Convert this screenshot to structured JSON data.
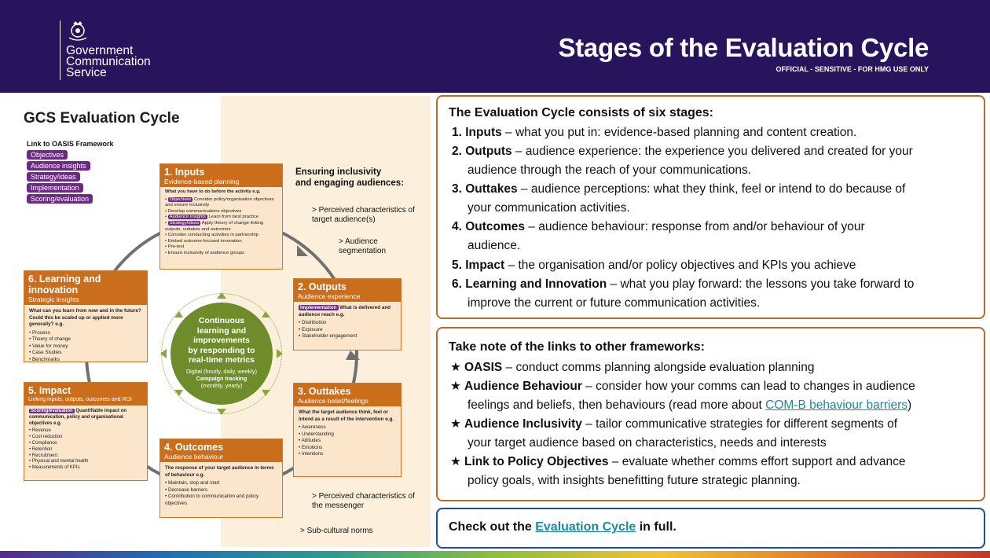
{
  "header": {
    "brand_lines": [
      "Government",
      "Communication",
      "Service"
    ],
    "title": "Stages of the Evaluation Cycle",
    "classification": "OFFICIAL - SENSITIVE - FOR HMG USE ONLY"
  },
  "diagram": {
    "title": "GCS Evaluation Cycle",
    "oasis_heading": "Link to OASIS Framework",
    "oasis_tags": [
      "Objectives",
      "Audience insights",
      "Strategy/ideas",
      "Implementation",
      "Scoring/evaluation"
    ],
    "hub": {
      "title_lines": [
        "Continuous",
        "learning and",
        "improvements",
        "by responding to",
        "real-time metrics"
      ],
      "digital": "Digital (hourly, daily, weekly)",
      "campaign": "Campaign tracking",
      "campaign_sub": "(monthly, yearly)"
    },
    "inclusivity": {
      "heading_lines": [
        "Ensuring inclusivity",
        "and engaging audiences:"
      ],
      "notes": [
        "> Perceived characteristics of target audience(s)",
        "> Audience segmentation",
        "> Perceived characteristics of the messenger",
        "> Sub-cultural norms"
      ]
    },
    "stages": [
      {
        "name": "1. Inputs",
        "sub": "Evidence-based planning",
        "question": "What you have to do before the activity e.g.",
        "bullets": [
          {
            "tag": "Objectives",
            "text": "Consider policy/organisation objectives and ensure inclusivity"
          },
          {
            "tag": "",
            "text": "Develop communications objectives"
          },
          {
            "tag": "Audience insights",
            "text": "Learn from best practice"
          },
          {
            "tag": "Strategy/ideas",
            "text": "Apply theory of change linking outputs, outtakes and outcomes"
          },
          {
            "tag": "",
            "text": "Consider conducting activities in partnership"
          },
          {
            "tag": "",
            "text": "Embed outcome-focused innovation"
          },
          {
            "tag": "",
            "text": "Pre-test"
          },
          {
            "tag": "",
            "text": "Ensure inclusivity of audience groups"
          }
        ]
      },
      {
        "name": "2. Outputs",
        "sub": "Audience experience",
        "question_tag": "Implementation",
        "question": "What is delivered and audience reach e.g.",
        "bullets": [
          "Distribution",
          "Exposure",
          "Stakeholder engagement"
        ]
      },
      {
        "name": "3. Outtakes",
        "sub": "Audience belief/feelings",
        "question": "What the target audience think, feel or intend as a result of the intervention e.g.",
        "bullets": [
          "Awareness",
          "Understanding",
          "Attitudes",
          "Emotions",
          "Intentions"
        ]
      },
      {
        "name": "4. Outcomes",
        "sub": "Audience behaviour",
        "question": "The response of your target audience in terms of behaviour e.g.",
        "bullets": [
          "Maintain, stop and start",
          "Decrease barriers",
          "Contribution to communication and policy objectives"
        ]
      },
      {
        "name": "5. Impact",
        "sub": "Linking inputs, outputs, outcomes and ROI",
        "question_tag": "Scoring/evaluation",
        "question": "Quantifiable impact on communication, policy and organisational objectives e.g.",
        "bullets": [
          "Revenue",
          "Cost reduction",
          "Compliance",
          "Retention",
          "Recruitment",
          "Physical and mental health",
          "Measurements of KPIs"
        ]
      },
      {
        "name": "6. Learning and innovation",
        "sub": "Strategic insights",
        "question": "What can you learn from now and in the future? Could this be scaled up or applied more generally? e.g.",
        "bullets": [
          "Process",
          "Theory of change",
          "Value for money",
          "Case Studies",
          "Benchmarks"
        ]
      }
    ]
  },
  "six_stages": {
    "heading": "The Evaluation Cycle consists of six stages:",
    "items": [
      {
        "num": "1.",
        "term": "Inputs",
        "text": " – what you put in: evidence-based planning and content creation."
      },
      {
        "num": "2.",
        "term": "Outputs",
        "text": " – audience experience: the experience you delivered and created for your",
        "text2": "audience through the reach of your communications."
      },
      {
        "num": "3.",
        "term": "Outtakes",
        "text": " – audience perceptions: what they think, feel or intend to do because of",
        "text2": "your communication activities."
      },
      {
        "num": "4.",
        "term": "Outcomes",
        "text": " – audience behaviour: response from and/or behaviour of your",
        "text2": "audience."
      },
      {
        "num": "5.",
        "term": "Impact",
        "text": " – the organisation and/or policy objectives and KPIs you achieve"
      },
      {
        "num": "6.",
        "term": "Learning and Innovation",
        "text": " – what you play forward: the lessons you take forward to",
        "text2": "improve the current or future communication activities."
      }
    ]
  },
  "frameworks": {
    "heading": "Take note of the links to other frameworks:",
    "items": [
      {
        "term": "OASIS",
        "text": " – conduct comms planning alongside evaluation planning"
      },
      {
        "term": "Audience Behaviour",
        "text": "  – consider how your comms can lead to changes in audience",
        "text2_pre": "feelings and beliefs, then behaviours (read more about ",
        "link": "COM-B behaviour barriers",
        "text2_post": ")"
      },
      {
        "term": "Audience Inclusivity",
        "text": " – tailor communicative strategies for different segments of",
        "text2": "your target audience based on characteristics, needs and interests"
      },
      {
        "term": "Link to Policy Objectives",
        "text": " – evaluate whether comms effort support and advance",
        "text2": "policy goals, with insights benefitting future strategic planning."
      }
    ]
  },
  "checkout": {
    "pre": "Check out the ",
    "link": "Evaluation Cycle",
    "post": " in full."
  }
}
